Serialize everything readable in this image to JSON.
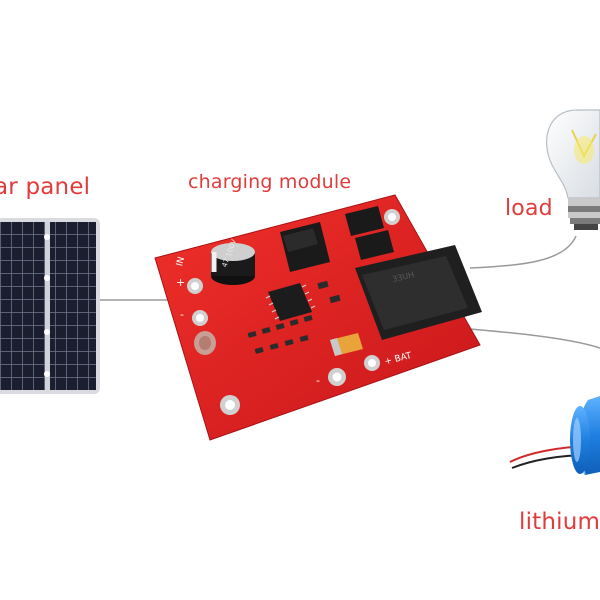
{
  "labels": {
    "solar_panel": "ar panel",
    "charging_module": "charging module",
    "load": "load",
    "lithium": "lithium"
  },
  "board_markings": {
    "in": "IN",
    "plus": "+",
    "minus": "-",
    "bat": "+ BAT",
    "minus_bottom": "-",
    "capacitor": "47 100V",
    "inductor": "33UH"
  },
  "colors": {
    "label_text": "#e23b3b",
    "board_red": "#e0201f",
    "panel_cell": "#1a1e2e",
    "wire": "#9a9a9a",
    "battery_blue": "#1f7fe0"
  }
}
